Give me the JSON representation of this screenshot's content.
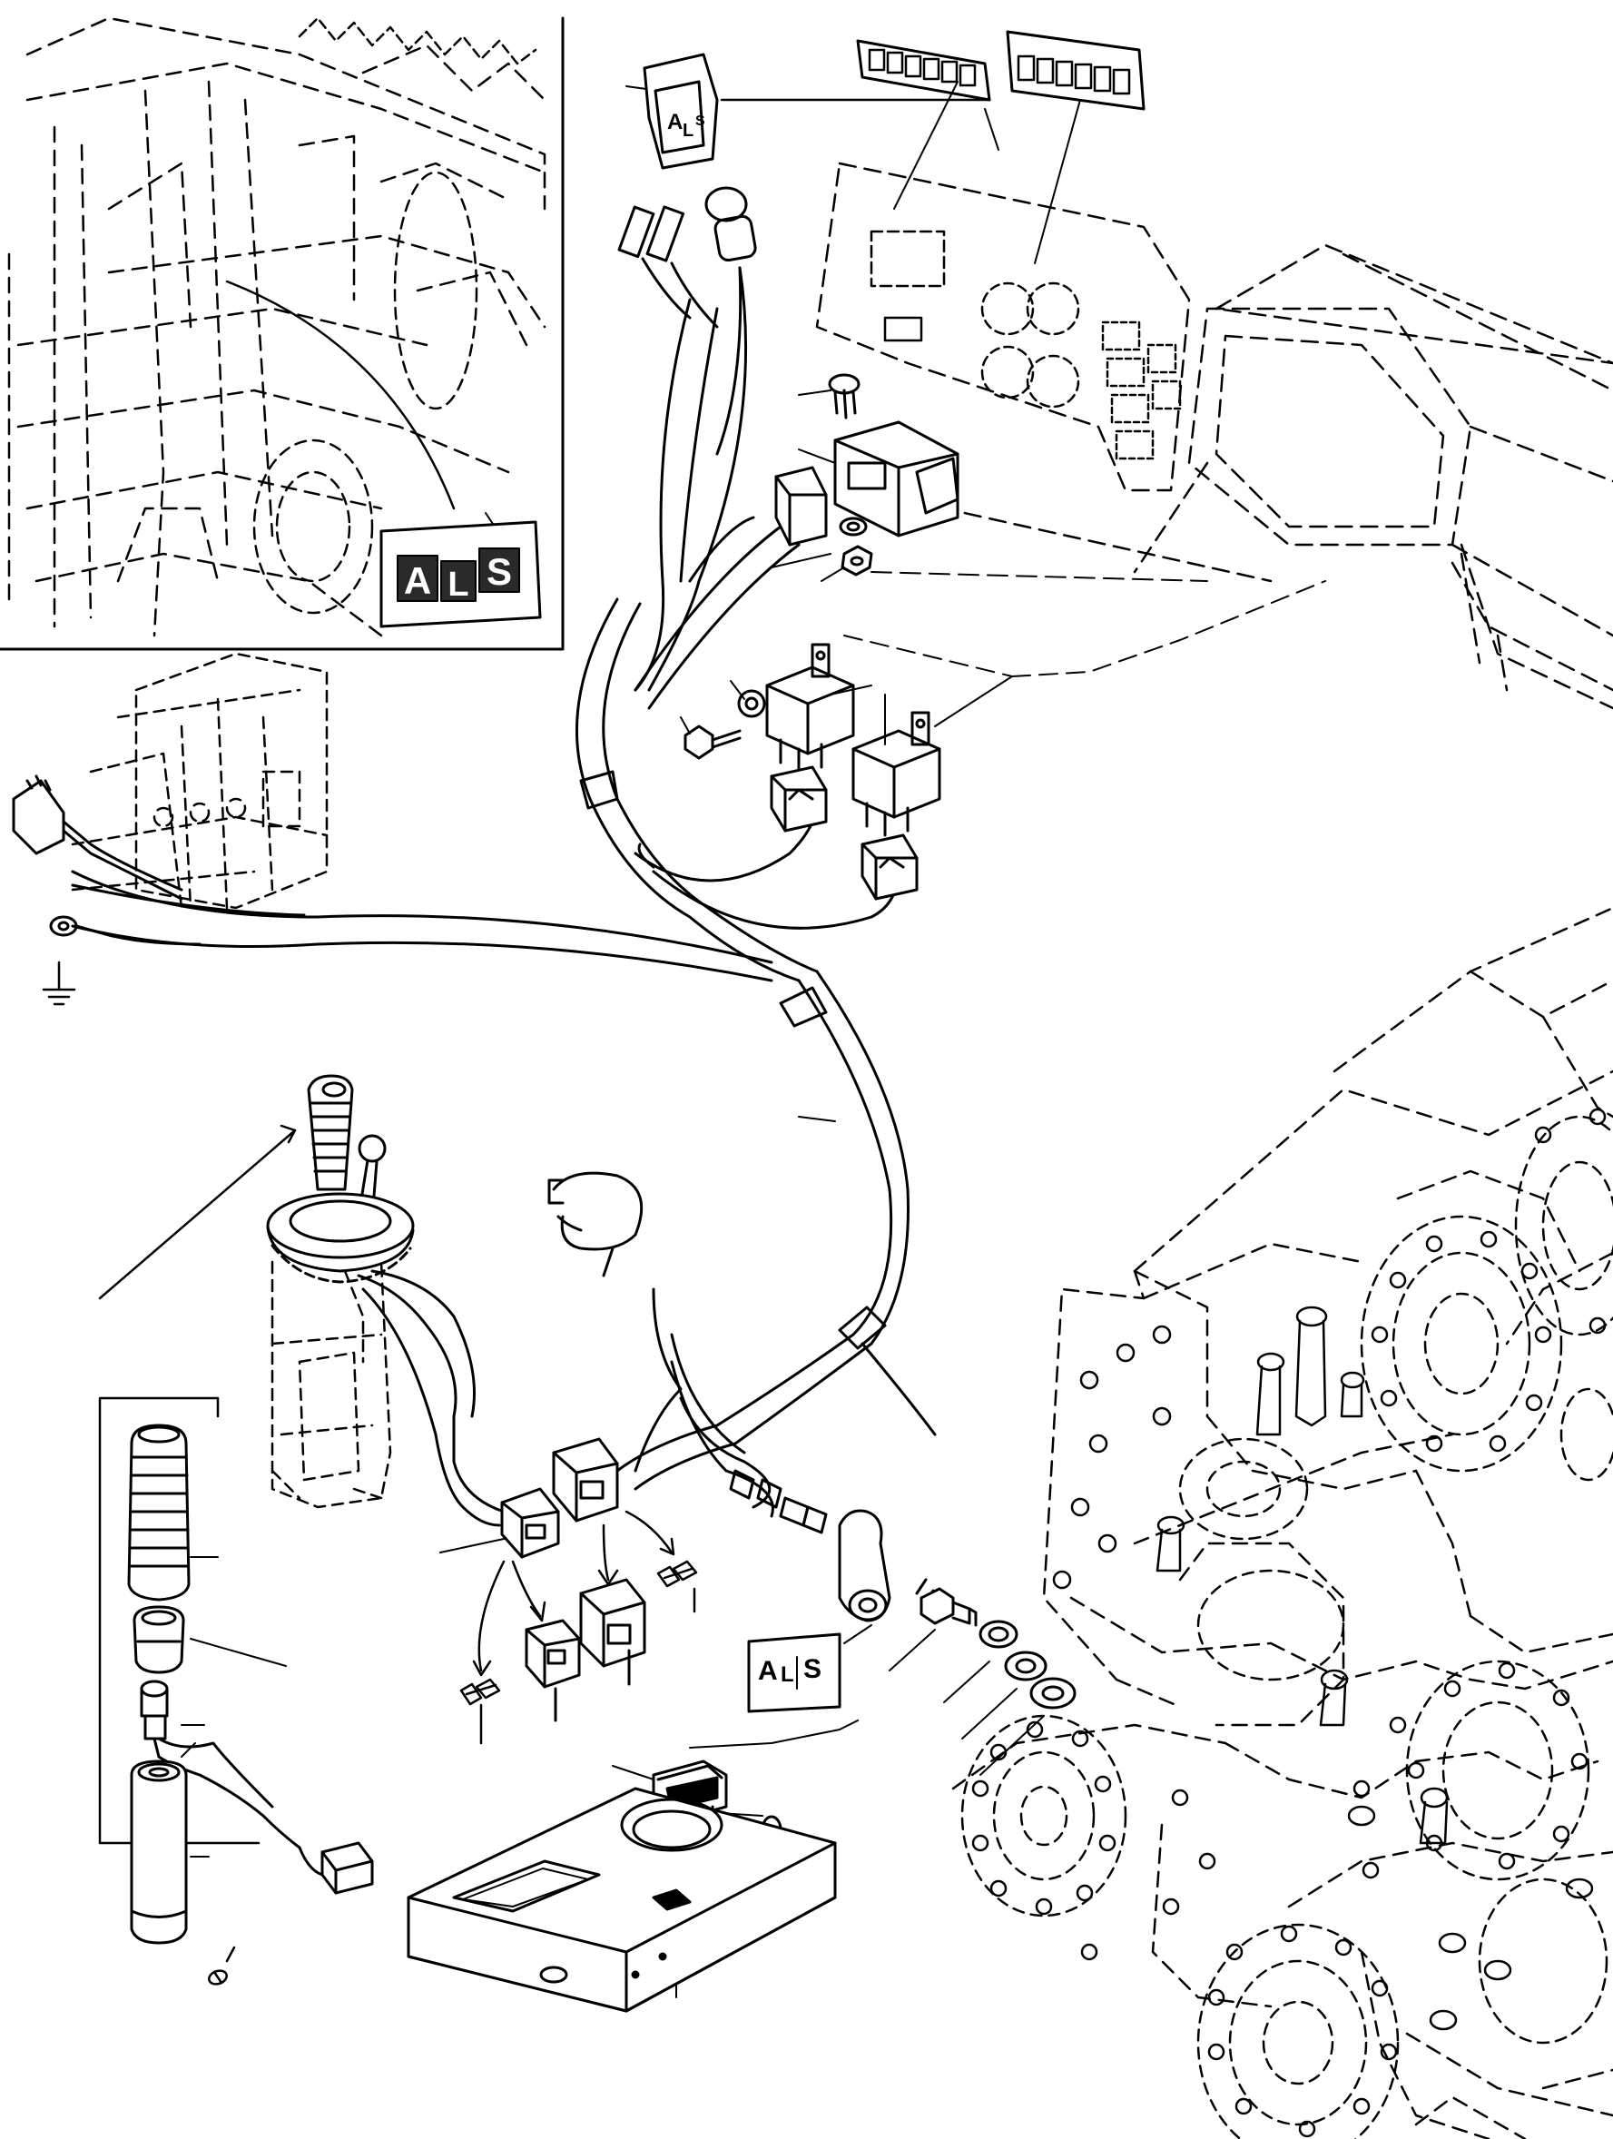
{
  "decals": {
    "inset": {
      "l1": "A",
      "l2": "L",
      "l3": "S"
    },
    "top_connector": {
      "l1": "A",
      "l2": "L",
      "l3": "S"
    },
    "switch_decal": {
      "l1": "A",
      "l2": "L",
      "l3": "S"
    }
  },
  "colors": {
    "line": "#000000",
    "background": "#ffffff",
    "decal_fill": "#2a2a2a"
  },
  "icons": [
    "ground-symbol-icon",
    "wire-harness",
    "relay",
    "rocker-switch",
    "pressure-switch",
    "joystick-lever",
    "cable-clamp"
  ]
}
